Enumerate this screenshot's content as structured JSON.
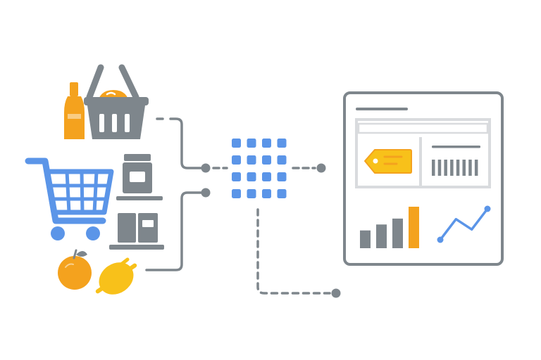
{
  "illustration": {
    "colors": {
      "gray": "#7E868C",
      "light_gray": "#D9DBDE",
      "blue": "#5B95E8",
      "orange": "#F4A21E",
      "yellow": "#F8C11A",
      "white": "#FFFFFF"
    },
    "icons": {
      "bottle": "bottle-icon",
      "basket": "shopping-basket-icon",
      "bread": "bread-icon",
      "cart": "shopping-cart-icon",
      "jar": "jar-icon",
      "boxes": "boxes-icon",
      "orange": "orange-fruit-icon",
      "lemon": "lemon-icon",
      "grid": "data-grid-icon",
      "dashboard": "dashboard-panel-icon",
      "price_tag": "price-tag-icon",
      "barcode": "barcode-icon",
      "bar_chart": "bar-chart-icon",
      "line_chart": "line-chart-icon"
    },
    "dashboard": {
      "bar_chart_values": [
        3,
        4,
        5,
        7
      ],
      "line_chart_values": [
        1,
        3,
        2,
        4
      ]
    }
  }
}
